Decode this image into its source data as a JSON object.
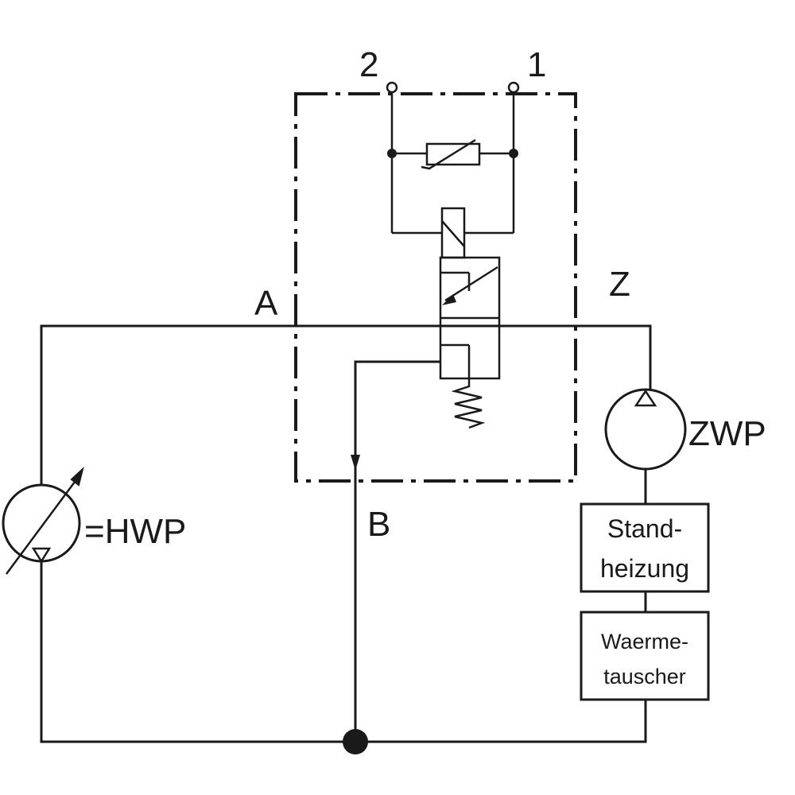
{
  "ports": {
    "port_2": "2",
    "port_1": "1",
    "port_a": "A",
    "port_b": "B",
    "port_z": "Z"
  },
  "pumps": {
    "main_pump": "=HWP",
    "aux_pump": "ZWP"
  },
  "components": {
    "heater_line1": "Stand-",
    "heater_line2": "heizung",
    "exchanger_line1": "Waerme-",
    "exchanger_line2": "tauscher"
  }
}
